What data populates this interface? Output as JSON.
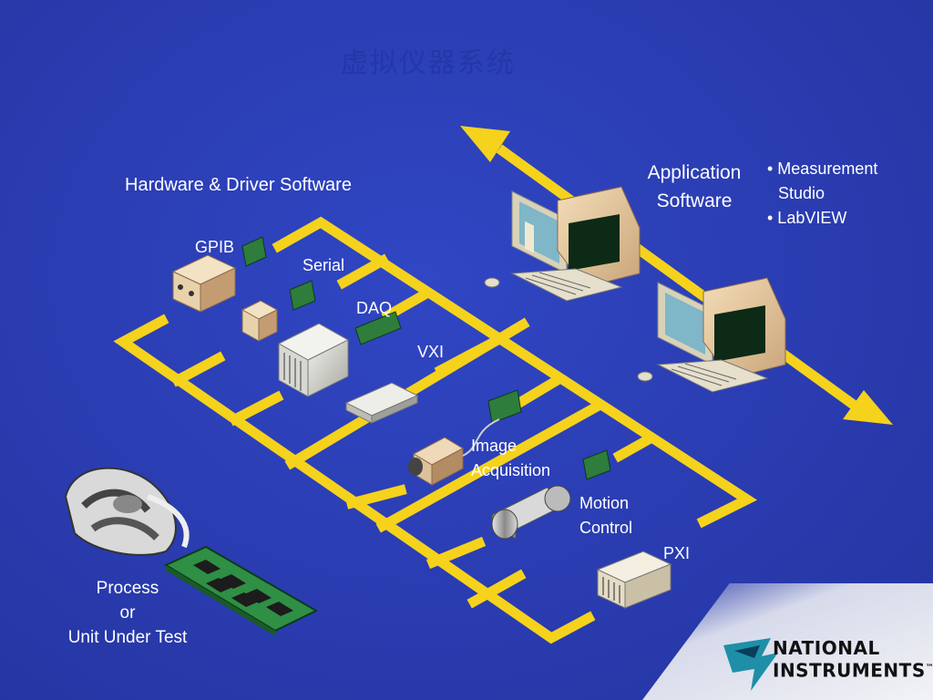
{
  "title": "虚拟仪器系统",
  "labels": {
    "hardware": "Hardware & Driver Software",
    "gpib": "GPIB",
    "serial": "Serial",
    "daq": "DAQ",
    "vxi": "VXI",
    "image_acquisition_1": "Image",
    "image_acquisition_2": "Acquisition",
    "motion_1": "Motion",
    "motion_2": "Control",
    "pxi": "PXI",
    "app_1": "Application",
    "app_2": "Software",
    "process_1": "Process",
    "process_2": "or",
    "process_3": "Unit Under Test"
  },
  "software_list": [
    "• Measurement",
    "Studio",
    "• LabVIEW"
  ],
  "logo": {
    "line1": "NATIONAL",
    "line2": "INSTRUMENTS",
    "tm": "™"
  },
  "colors": {
    "background": "#2b3eb4",
    "bus": "#f5d21c",
    "text": "#ffffff",
    "logo_teal": "#1f8fa8"
  },
  "icons": [
    "computer-icon",
    "gpib-instrument-icon",
    "vxi-chassis-icon",
    "camera-icon",
    "motor-icon",
    "pxi-chassis-icon",
    "circuit-board-icon",
    "engine-part-icon"
  ]
}
